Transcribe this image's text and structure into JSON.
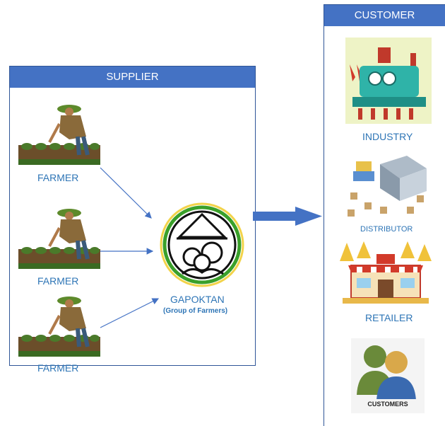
{
  "supplier": {
    "header": "SUPPLIER",
    "farmers": [
      {
        "label": "FARMER"
      },
      {
        "label": "FARMER"
      },
      {
        "label": "FARMER"
      }
    ],
    "gapoktan": {
      "label": "GAPOKTAN",
      "sublabel": "(Group of Farmers)"
    }
  },
  "customer": {
    "header": "CUSTOMER",
    "items": [
      {
        "label": "INDUSTRY",
        "icon": "industry-factory-icon"
      },
      {
        "label": "DISTRIBUTOR",
        "icon": "distributor-warehouse-icon"
      },
      {
        "label": "RETAILER",
        "icon": "retailer-shop-icon"
      },
      {
        "label": "CUSTOMERS",
        "icon": "customers-people-icon"
      }
    ]
  },
  "colors": {
    "header_fill": "#4472c4",
    "border": "#2f5597",
    "label_text": "#2e75b6",
    "arrow": "#4472c4"
  }
}
